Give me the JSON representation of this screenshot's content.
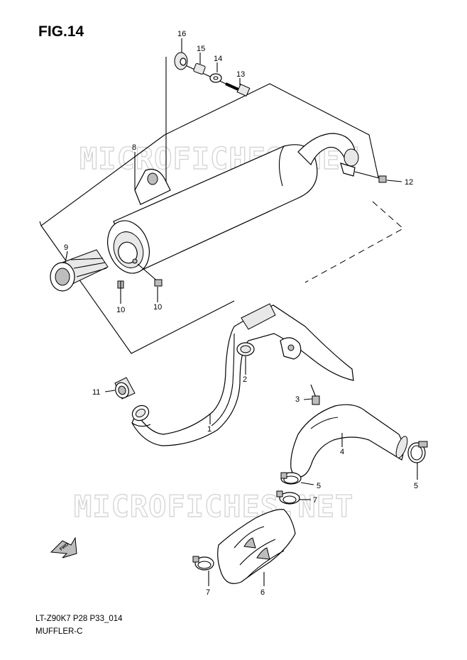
{
  "figure": {
    "title": "FIG.14"
  },
  "footer": {
    "code": "LT-Z90K7 P28 P33_014",
    "subtitle": "MUFFLER-C"
  },
  "watermark": {
    "text": "MICROFICHES.NET"
  },
  "fwd_label": "FWD",
  "callouts": {
    "c1": "1",
    "c2": "2",
    "c3": "3",
    "c4": "4",
    "c5a": "5",
    "c5b": "5",
    "c6": "6",
    "c7a": "7",
    "c7b": "7",
    "c8": "8",
    "c9": "9",
    "c10a": "10",
    "c10b": "10",
    "c11": "11",
    "c12": "12",
    "c13": "13",
    "c14": "14",
    "c15": "15",
    "c16": "16"
  }
}
